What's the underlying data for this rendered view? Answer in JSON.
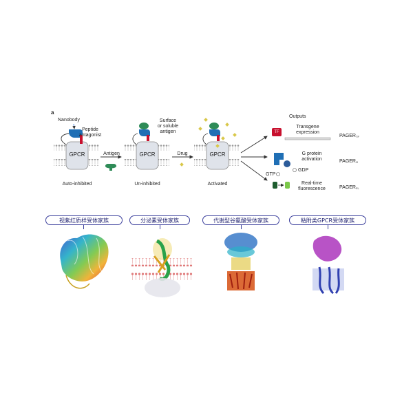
{
  "panel_letter": "a",
  "stages": {
    "auto_inhibited": {
      "caption": "Auto-inhibited",
      "receptor": "GPCR",
      "nanobody": "Nanobody",
      "peptide": "Peptide\nantagonist"
    },
    "un_inhibited": {
      "caption": "Un-inhibited",
      "receptor": "GPCR",
      "antigen_label": "Surface\nor soluble\nantigen"
    },
    "activated": {
      "caption": "Activated",
      "receptor": "GPCR"
    }
  },
  "arrows": {
    "antigen": "Antigen",
    "drug": "Drug"
  },
  "outputs": {
    "header": "Outputs",
    "transgene": {
      "badge": "TF",
      "text": "Transgene\nexpression",
      "pager": "PAGER",
      "sub": "TF"
    },
    "gprotein": {
      "text": "G protein\nactivation",
      "gtp": "GTP",
      "gdp": "GDP",
      "pager": "PAGER",
      "sub": "G"
    },
    "fluorescence": {
      "text": "Real-time\nfluorescence",
      "pager": "PAGER",
      "sub": "FL"
    }
  },
  "families": [
    "视紫红质样受体家族",
    "分泌素受体家族",
    "代谢型谷氨酸受体家族",
    "粘附类GPCR受体家族"
  ],
  "colors": {
    "receptor": "#dfe3ea",
    "nanobody": "#1f6fb5",
    "peptide": "#c8102e",
    "antigen": "#2e8b57",
    "drug": "#d9c84a",
    "pill_border": "#3b3f9c"
  }
}
